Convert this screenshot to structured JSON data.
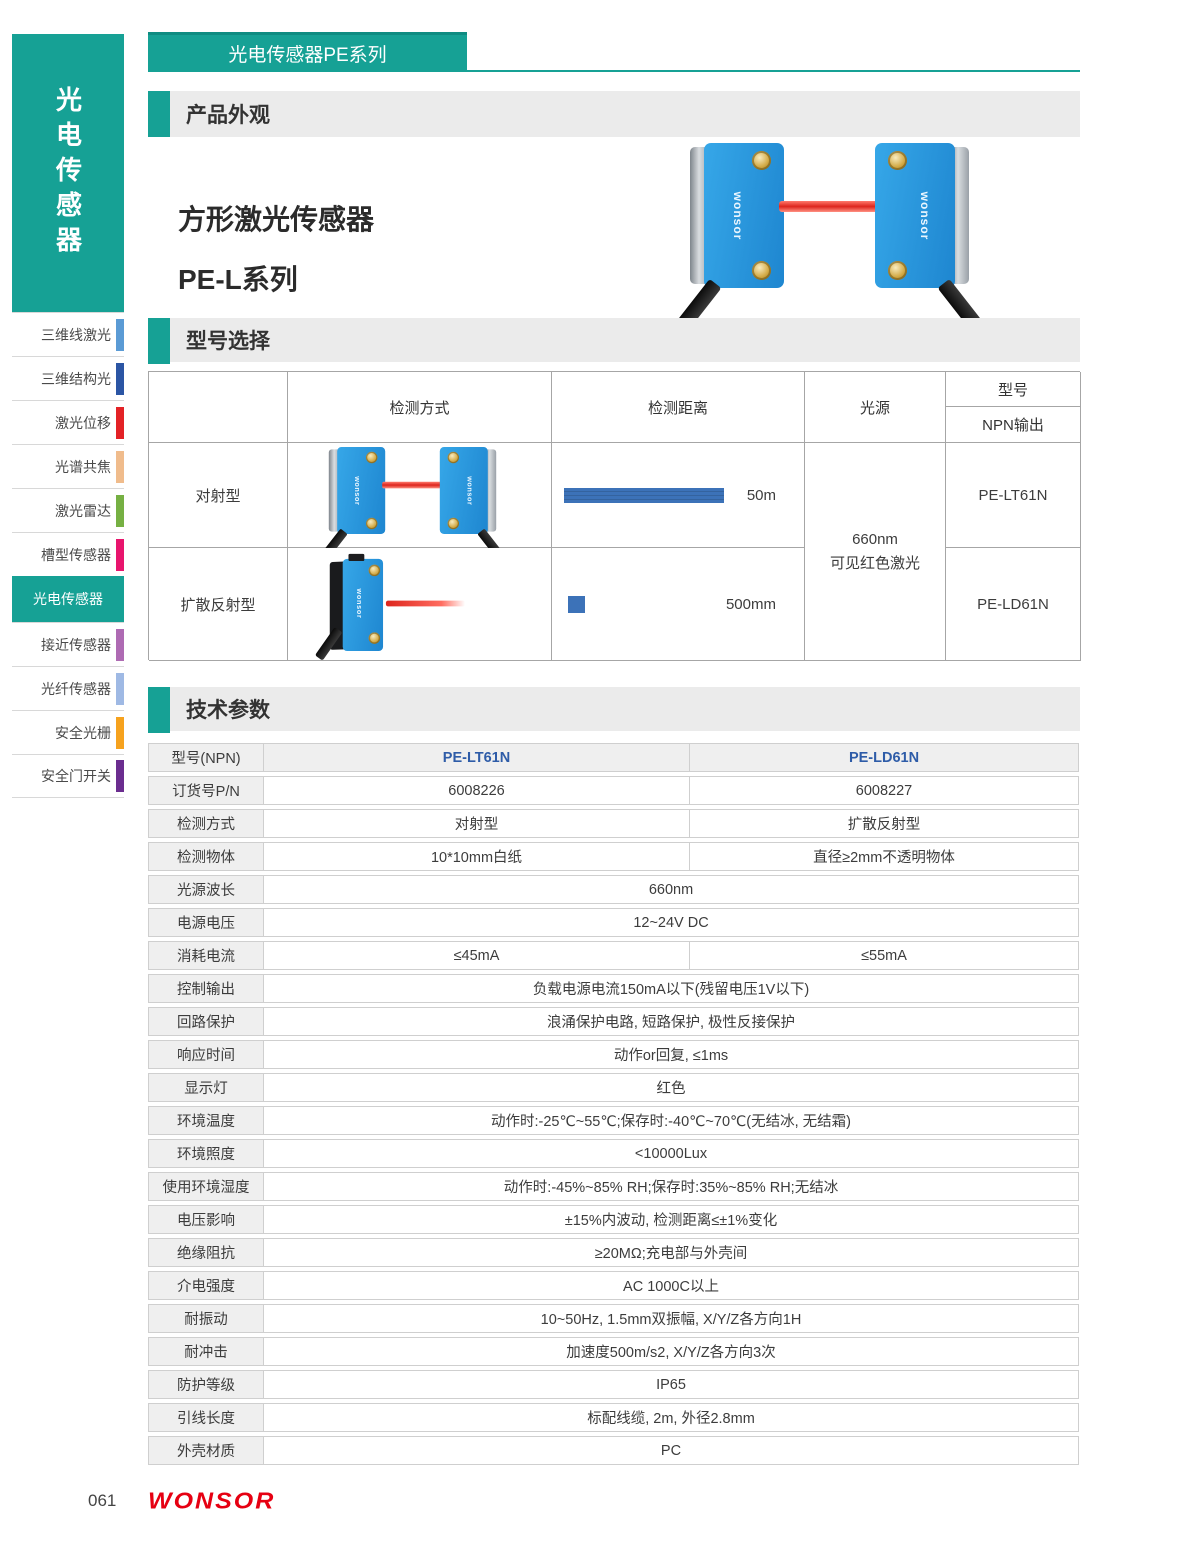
{
  "banner": {
    "title": "光电传感器PE系列"
  },
  "sidebar": {
    "category": "光电传感器",
    "items": [
      {
        "label": "三维线激光",
        "color": "#5B9BD5",
        "active": false
      },
      {
        "label": "三维结构光",
        "color": "#2B55A4",
        "active": false
      },
      {
        "label": "激光位移",
        "color": "#E32226",
        "active": false
      },
      {
        "label": "光谱共焦",
        "color": "#F0BC8C",
        "active": false
      },
      {
        "label": "激光雷达",
        "color": "#76B043",
        "active": false
      },
      {
        "label": "槽型传感器",
        "color": "#E8156D",
        "active": false
      },
      {
        "label": "光电传感器",
        "color": "#16A195",
        "active": true
      },
      {
        "label": "接近传感器",
        "color": "#AE6BB3",
        "active": false
      },
      {
        "label": "光纤传感器",
        "color": "#9FB9E4",
        "active": false
      },
      {
        "label": "安全光栅",
        "color": "#F6A21E",
        "active": false
      },
      {
        "label": "安全门开关",
        "color": "#6B2D8F",
        "active": false
      }
    ]
  },
  "sections": {
    "appearance": "产品外观",
    "model_selection": "型号选择",
    "tech_params": "技术参数"
  },
  "product": {
    "title_line1": "方形激光传感器",
    "title_line2": "PE-L系列",
    "brand_mark": "wonsor"
  },
  "model_table": {
    "headers": {
      "detect_method": "检测方式",
      "detect_distance": "检测距离",
      "light_source": "光源",
      "model": "型号",
      "output": "NPN输出"
    },
    "light_source": {
      "line1": "660nm",
      "line2": "可见红色激光"
    },
    "rows": [
      {
        "type": "对射型",
        "distance": "50m",
        "model": "PE-LT61N"
      },
      {
        "type": "扩散反射型",
        "distance": "500mm",
        "model": "PE-LD61N"
      }
    ]
  },
  "tech_table": {
    "header": {
      "label": "型号(NPN)",
      "col1": "PE-LT61N",
      "col2": "PE-LD61N"
    },
    "rows": [
      {
        "label": "订货号P/N",
        "col1": "6008226",
        "col2": "6008227"
      },
      {
        "label": "检测方式",
        "col1": "对射型",
        "col2": "扩散反射型"
      },
      {
        "label": "检测物体",
        "col1": "10*10mm白纸",
        "col2": "直径≥2mm不透明物体"
      },
      {
        "label": "光源波长",
        "span": "660nm"
      },
      {
        "label": "电源电压",
        "span": "12~24V DC"
      },
      {
        "label": "消耗电流",
        "col1": "≤45mA",
        "col2": "≤55mA"
      },
      {
        "label": "控制输出",
        "span": "负载电源电流150mA以下(残留电压1V以下)"
      },
      {
        "label": "回路保护",
        "span": "浪涌保护电路, 短路保护, 极性反接保护"
      },
      {
        "label": "响应时间",
        "span": "动作or回复, ≤1ms"
      },
      {
        "label": "显示灯",
        "span": "红色"
      },
      {
        "label": "环境温度",
        "span": "动作时:-25℃~55℃;保存时:-40℃~70℃(无结冰, 无结霜)"
      },
      {
        "label": "环境照度",
        "span": "<10000Lux"
      },
      {
        "label": "使用环境湿度",
        "span": "动作时:-45%~85% RH;保存时:35%~85% RH;无结冰"
      },
      {
        "label": "电压影响",
        "span": "±15%内波动, 检测距离≤±1%变化"
      },
      {
        "label": "绝缘阻抗",
        "span": "≥20MΩ;充电部与外壳间"
      },
      {
        "label": "介电强度",
        "span": "AC 1000C以上"
      },
      {
        "label": "耐振动",
        "span": "10~50Hz, 1.5mm双振幅, X/Y/Z各方向1H"
      },
      {
        "label": "耐冲击",
        "span": "加速度500m/s2, X/Y/Z各方向3次"
      },
      {
        "label": "防护等级",
        "span": "IP65"
      },
      {
        "label": "引线长度",
        "span": "标配线缆, 2m, 外径2.8mm"
      },
      {
        "label": "外壳材质",
        "span": "PC"
      }
    ]
  },
  "footer": {
    "page_number": "061",
    "brand": "WONSOR"
  },
  "colors": {
    "accent_teal": "#16A195",
    "brand_red": "#E60012",
    "sensor_blue": "#2E9BDF",
    "distance_bar_blue": "#3C72B8",
    "model_text_blue": "#2E5CA8"
  }
}
